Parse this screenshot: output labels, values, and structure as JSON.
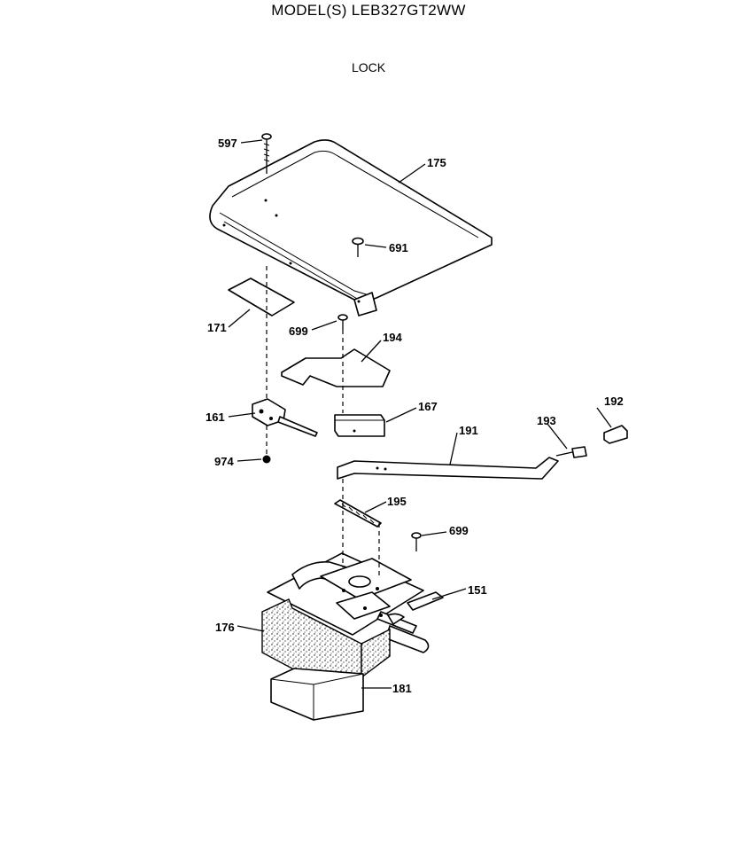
{
  "header": {
    "model": "MODEL(S) LEB327GT2WW",
    "section": "LOCK"
  },
  "callouts": {
    "c597": "597",
    "c175": "175",
    "c691": "691",
    "c171": "171",
    "c699a": "699",
    "c194": "194",
    "c161": "161",
    "c167": "167",
    "c191": "191",
    "c193": "193",
    "c192": "192",
    "c974": "974",
    "c195": "195",
    "c699b": "699",
    "c151": "151",
    "c176": "176",
    "c181": "181"
  }
}
